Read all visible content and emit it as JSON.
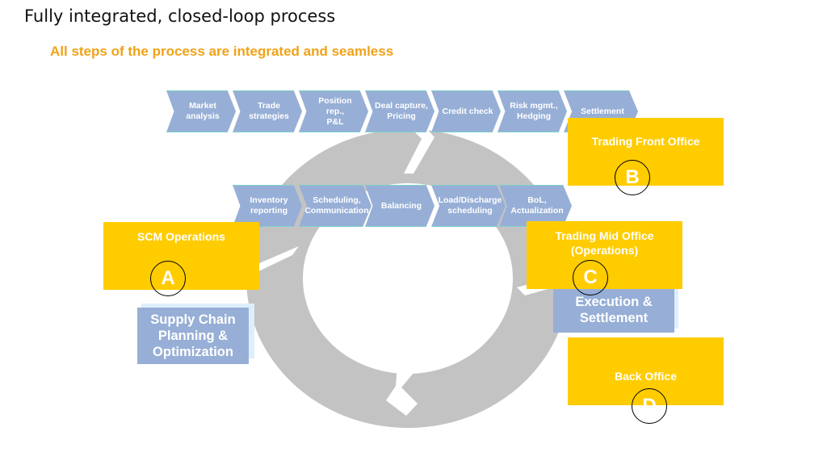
{
  "header": {
    "title": "Fully integrated, closed-loop process",
    "subtitle": "All steps of the process are integrated and seamless"
  },
  "front_steps": [
    "Market analysis",
    "Trade\nstrategies",
    "Position rep.,\nP&L",
    "Deal capture,\nPricing",
    "Credit check",
    "Risk mgmt.,\nHedging",
    "Settlement"
  ],
  "mid_steps": [
    "Inventory\nreporting",
    "Scheduling,\nCommunication",
    "Balancing",
    "Load/Discharge\nscheduling",
    "BoL,\nActualization"
  ],
  "offices": {
    "front": {
      "label": "Trading Front Office",
      "letter": "B"
    },
    "mid": {
      "label": "Trading Mid Office\n(Operations)",
      "letter": "C"
    },
    "scm": {
      "label": "SCM Operations",
      "letter": "A"
    },
    "back": {
      "label": "Back Office",
      "letter": "D"
    }
  },
  "blue_boxes": {
    "supply_chain": "Supply Chain\nPlanning &\nOptimization",
    "execution": "Execution &\nSettlement"
  },
  "colors": {
    "accent_yellow": "#FFCC00",
    "subtitle_orange": "#F0A218",
    "chevron_blue": "#97AFD6",
    "ring_gray": "#C3C3C3"
  }
}
